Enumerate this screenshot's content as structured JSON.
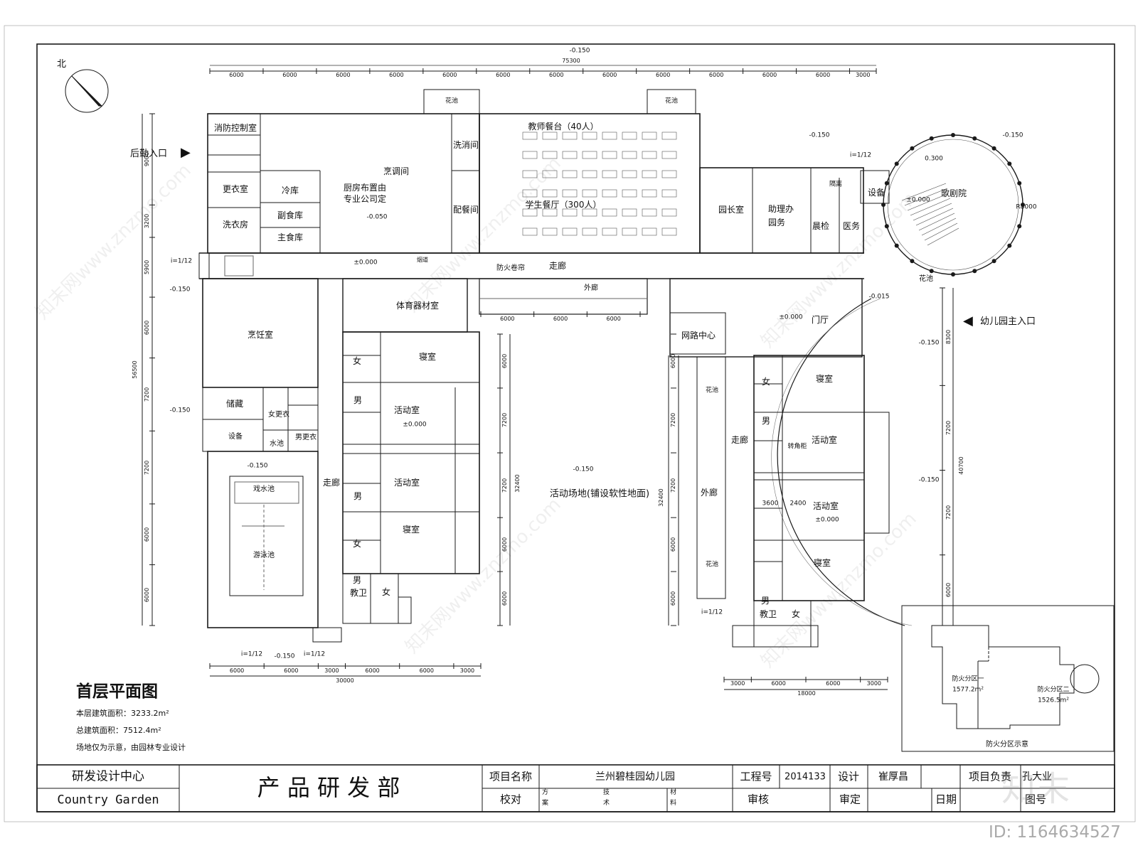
{
  "drawing": {
    "title": "首层平面图",
    "notes": [
      "本层建筑面积：3233.2m²",
      "总建筑面积：7512.4m²",
      "场地仅为示意，由园林专业设计"
    ],
    "north_label": "北"
  },
  "entrances": {
    "back": "后勤入口",
    "main": "幼儿园主入口"
  },
  "rooms": {
    "fire_control": "消防控制室",
    "changing": "更衣室",
    "laundry": "洗衣房",
    "cold_storage": "冷库",
    "side_food": "副食库",
    "main_food": "主食库",
    "kitchen_note_1": "厨房布置由",
    "kitchen_note_2": "专业公司定",
    "cooking_room": "烹调间",
    "wash": "洗消间",
    "serving": "配餐间",
    "teacher_dining": "教师餐台（40人）",
    "student_dining": "学生餐厅（300人）",
    "flower_bed": "花池",
    "principal": "园长室",
    "assistant_1": "助理办",
    "assistant_2": "园务",
    "morning_check": "晨检",
    "medical": "医务",
    "isolation": "隔离",
    "equipment": "设备",
    "theater": "歌剧院",
    "corridor": "走廊",
    "fire_shutter": "防火卷帘",
    "outer_corridor": "外廊",
    "sports_equipment": "体育器材室",
    "cooking_class": "烹饪室",
    "storage": "储藏",
    "female_changing": "女更衣",
    "male_changing": "男更衣",
    "water_pool": "水池",
    "splash_pool": "戏水池",
    "swimming_pool": "游泳池",
    "bedroom": "寝室",
    "activity_room": "活动室",
    "female": "女",
    "male": "男",
    "staff_toilet": "教卫",
    "play_area": "活动场地(铺设软性地面)",
    "network_center": "网路中心",
    "lobby": "门厅",
    "turning_cabinet": "转角柜",
    "chimney": "烟道"
  },
  "levels": {
    "minus_0150": "-0.150",
    "minus_0050": "-0.050",
    "minus_0015": "-0.015",
    "pm_0000": "±0.000",
    "r_0300": "0.300",
    "radius": "R8000",
    "slope": "i=1/12"
  },
  "dimensions": {
    "top_total": "75300",
    "top_segments": [
      "6000",
      "6000",
      "6000",
      "6000",
      "6000",
      "6000",
      "6000",
      "6000",
      "6000",
      "6000",
      "6000",
      "6000",
      "3000"
    ],
    "bottom_left_total": "30000",
    "bottom_left_segments": [
      "6000",
      "6000",
      "3000",
      "6000",
      "6000",
      "3000"
    ],
    "bottom_right_total": "18000",
    "bottom_right_segments": [
      "3000",
      "6000",
      "6000",
      "3000"
    ],
    "mid_segments": [
      "6000",
      "6000",
      "6000"
    ],
    "left_total": "56500",
    "left_segments": [
      "9000",
      "3200",
      "5900",
      "6000",
      "7200",
      "7200",
      "6000",
      "6000"
    ],
    "right_total": "40700",
    "right_segments": [
      "8300",
      "7200",
      "7200",
      "6000"
    ],
    "inner_total": "32400",
    "inner_segments": [
      "6000",
      "7200",
      "7200",
      "6000",
      "6000"
    ],
    "room_widths": [
      "3600",
      "2400"
    ]
  },
  "inset": {
    "zone1_label": "防火分区一",
    "zone1_area": "1577.2m²",
    "zone2_label": "防火分区二",
    "zone2_area": "1526.5m²",
    "caption": "防火分区示意"
  },
  "title_block": {
    "company_cn": "研发设计中心",
    "company_en": "Country Garden",
    "department": "产 品 研 发 部",
    "project_name_label": "项目名称",
    "project_name": "兰州碧桂园幼儿园",
    "project_no_label": "工程号",
    "project_no": "2014133",
    "design_label": "设计",
    "designer": "崔厚昌",
    "lead_label": "项目负责",
    "lead_name": "孔大业",
    "check_label": "校对",
    "scheme_label_1": "方",
    "scheme_label_2": "案",
    "tech_label_1": "技",
    "tech_label_2": "术",
    "material_label_1": "材",
    "material_label_2": "料",
    "review_label": "审核",
    "approve_label": "审定",
    "date_label": "日期",
    "drawing_no_label": "图号"
  },
  "watermark": {
    "brand": "知末",
    "site": "知末网www.znzmo.com",
    "id": "ID: 1164634527"
  },
  "colors": {
    "line": "#1a1a1a",
    "light": "#666666",
    "watermark": "#000000"
  }
}
